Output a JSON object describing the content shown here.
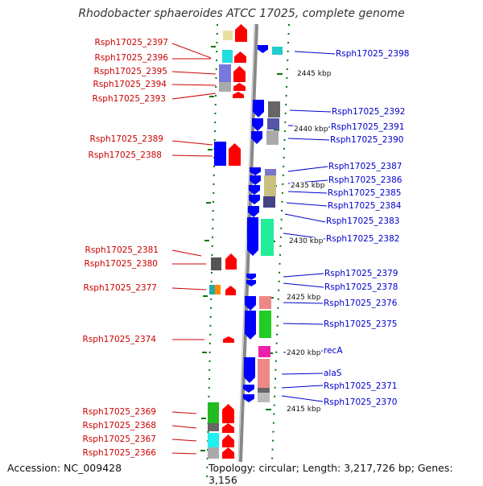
{
  "title": "Rhodobacter sphaeroides ATCC 17025, complete genome",
  "accession": "Accession: NC_009428",
  "topology": "Topology: circular; Length: 3,217,726 bp; Genes: 3,156",
  "colors": {
    "forward_strand": "#ff0000",
    "reverse_strand": "#0000ff",
    "backbone": "#888888",
    "tick": "#007700",
    "left_label": "#cc0000",
    "right_label": "#0000cc"
  },
  "scale_labels": [
    "2445 kbp",
    "2440 kbp",
    "2435 kbp",
    "2430 kbp",
    "2425 kbp",
    "2420 kbp",
    "2415 kbp"
  ],
  "left_genes": [
    "Rsph17025_2397",
    "Rsph17025_2396",
    "Rsph17025_2395",
    "Rsph17025_2394",
    "Rsph17025_2393",
    "Rsph17025_2389",
    "Rsph17025_2388",
    "Rsph17025_2381",
    "Rsph17025_2380",
    "Rsph17025_2377",
    "Rsph17025_2374",
    "Rsph17025_2369",
    "Rsph17025_2368",
    "Rsph17025_2367",
    "Rsph17025_2366"
  ],
  "right_genes": [
    "Rsph17025_2398",
    "Rsph17025_2392",
    "Rsph17025_2391",
    "Rsph17025_2390",
    "Rsph17025_2387",
    "Rsph17025_2386",
    "Rsph17025_2385",
    "Rsph17025_2384",
    "Rsph17025_2383",
    "Rsph17025_2382",
    "Rsph17025_2379",
    "Rsph17025_2378",
    "Rsph17025_2376",
    "Rsph17025_2375",
    "recA",
    "alaS",
    "Rsph17025_2371",
    "Rsph17025_2370"
  ]
}
